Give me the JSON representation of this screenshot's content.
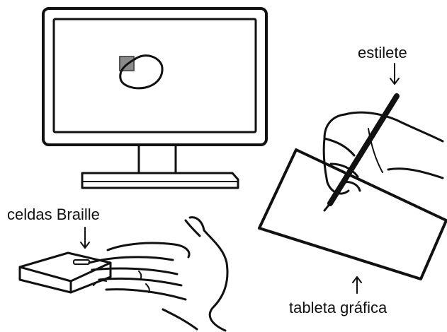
{
  "labels": {
    "stylus": "estilete",
    "braille_cells": "celdas Braille",
    "graphics_tablet": "tableta gráfica"
  },
  "colors": {
    "ink": "#111111",
    "screen_fill": "#ffffff",
    "shape_fill": "#8a8a8a"
  },
  "icons": {
    "monitor": "monitor-icon",
    "stylus": "stylus-icon",
    "braille": "braille-device-icon"
  }
}
